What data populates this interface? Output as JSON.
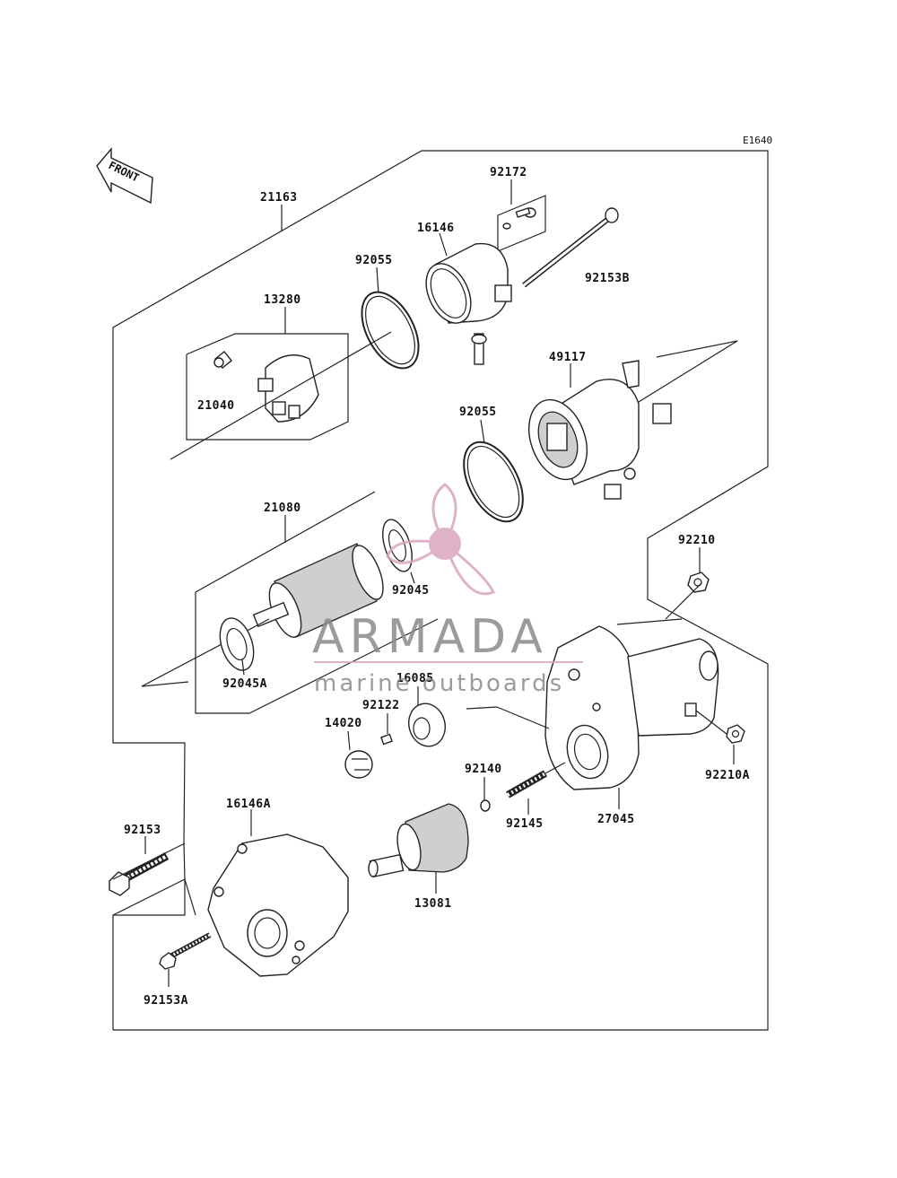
{
  "diagram": {
    "code": "E1640",
    "front_label": "FRONT",
    "parts": {
      "p21163": "21163",
      "p92172": "92172",
      "p16146": "16146",
      "p92055a": "92055",
      "p92153b": "92153B",
      "p13280": "13280",
      "p21040": "21040",
      "p49117": "49117",
      "p92055b": "92055",
      "p21080": "21080",
      "p92045": "92045",
      "p92210": "92210",
      "p92045a": "92045A",
      "p16085": "16085",
      "p92122": "92122",
      "p14020": "14020",
      "p92210a": "92210A",
      "p92140": "92140",
      "p16146a": "16146A",
      "p92145": "92145",
      "p27045": "27045",
      "p92153": "92153",
      "p13081": "13081",
      "p92153a": "92153A"
    }
  },
  "watermark": {
    "brand": "ARMADA",
    "tagline": "marine outboards",
    "accent_color": "#d9a6bf"
  }
}
